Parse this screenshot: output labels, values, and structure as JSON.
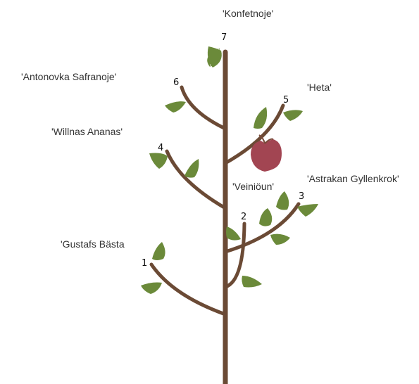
{
  "diagram": {
    "branches": [
      {
        "number": "1",
        "variety": "'Gustafs Bästa"
      },
      {
        "number": "2",
        "variety": "'Veiniöun'"
      },
      {
        "number": "3",
        "variety": "'Astrakan Gyllenkrok'"
      },
      {
        "number": "4",
        "variety": "'Willnas Ananas'"
      },
      {
        "number": "5",
        "variety": "'Heta'"
      },
      {
        "number": "6",
        "variety": "'Antonovka Safranoje'"
      },
      {
        "number": "7",
        "variety": "'Konfetnoje'"
      }
    ],
    "colors": {
      "trunk": "#6b4a35",
      "leaf": "#6b8a3a",
      "apple": "#a24552",
      "stem": "#7a4a3a"
    },
    "icons": {
      "leaf": "leaf-icon",
      "apple": "apple-icon"
    }
  }
}
